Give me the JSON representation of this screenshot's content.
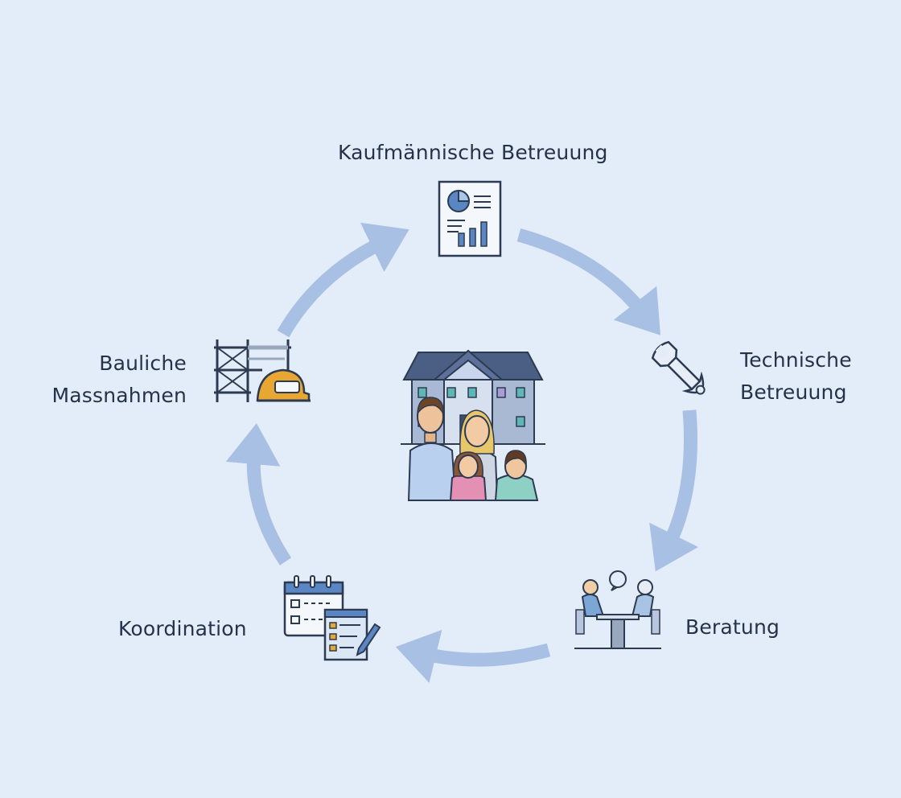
{
  "diagram": {
    "nodes": [
      {
        "id": "kaufmaennisch",
        "lines": [
          "Kaufmännische Betreuung"
        ],
        "icon": "financial-report-icon"
      },
      {
        "id": "technisch",
        "lines": [
          "Technische",
          "Betreuung"
        ],
        "icon": "wrench-icon"
      },
      {
        "id": "beratung",
        "lines": [
          "Beratung"
        ],
        "icon": "consultation-meeting-icon"
      },
      {
        "id": "koordination",
        "lines": [
          "Koordination"
        ],
        "icon": "calendar-checklist-icon"
      },
      {
        "id": "baulich",
        "lines": [
          "Bauliche",
          "Massnahmen"
        ],
        "icon": "scaffolding-helmet-icon"
      }
    ],
    "center_icon": "family-house-icon",
    "edges": [
      {
        "from": "kaufmaennisch",
        "to": "technisch"
      },
      {
        "from": "technisch",
        "to": "beratung"
      },
      {
        "from": "beratung",
        "to": "koordination"
      },
      {
        "from": "koordination",
        "to": "baulich"
      },
      {
        "from": "baulich",
        "to": "kaufmaennisch"
      }
    ],
    "colors": {
      "background": "#e3edfa",
      "arrow": "#a8c0e4",
      "text": "#24324a",
      "icon_line": "#2c3a52",
      "icon_blue": "#5a86c4",
      "helmet": "#e8a632"
    }
  }
}
